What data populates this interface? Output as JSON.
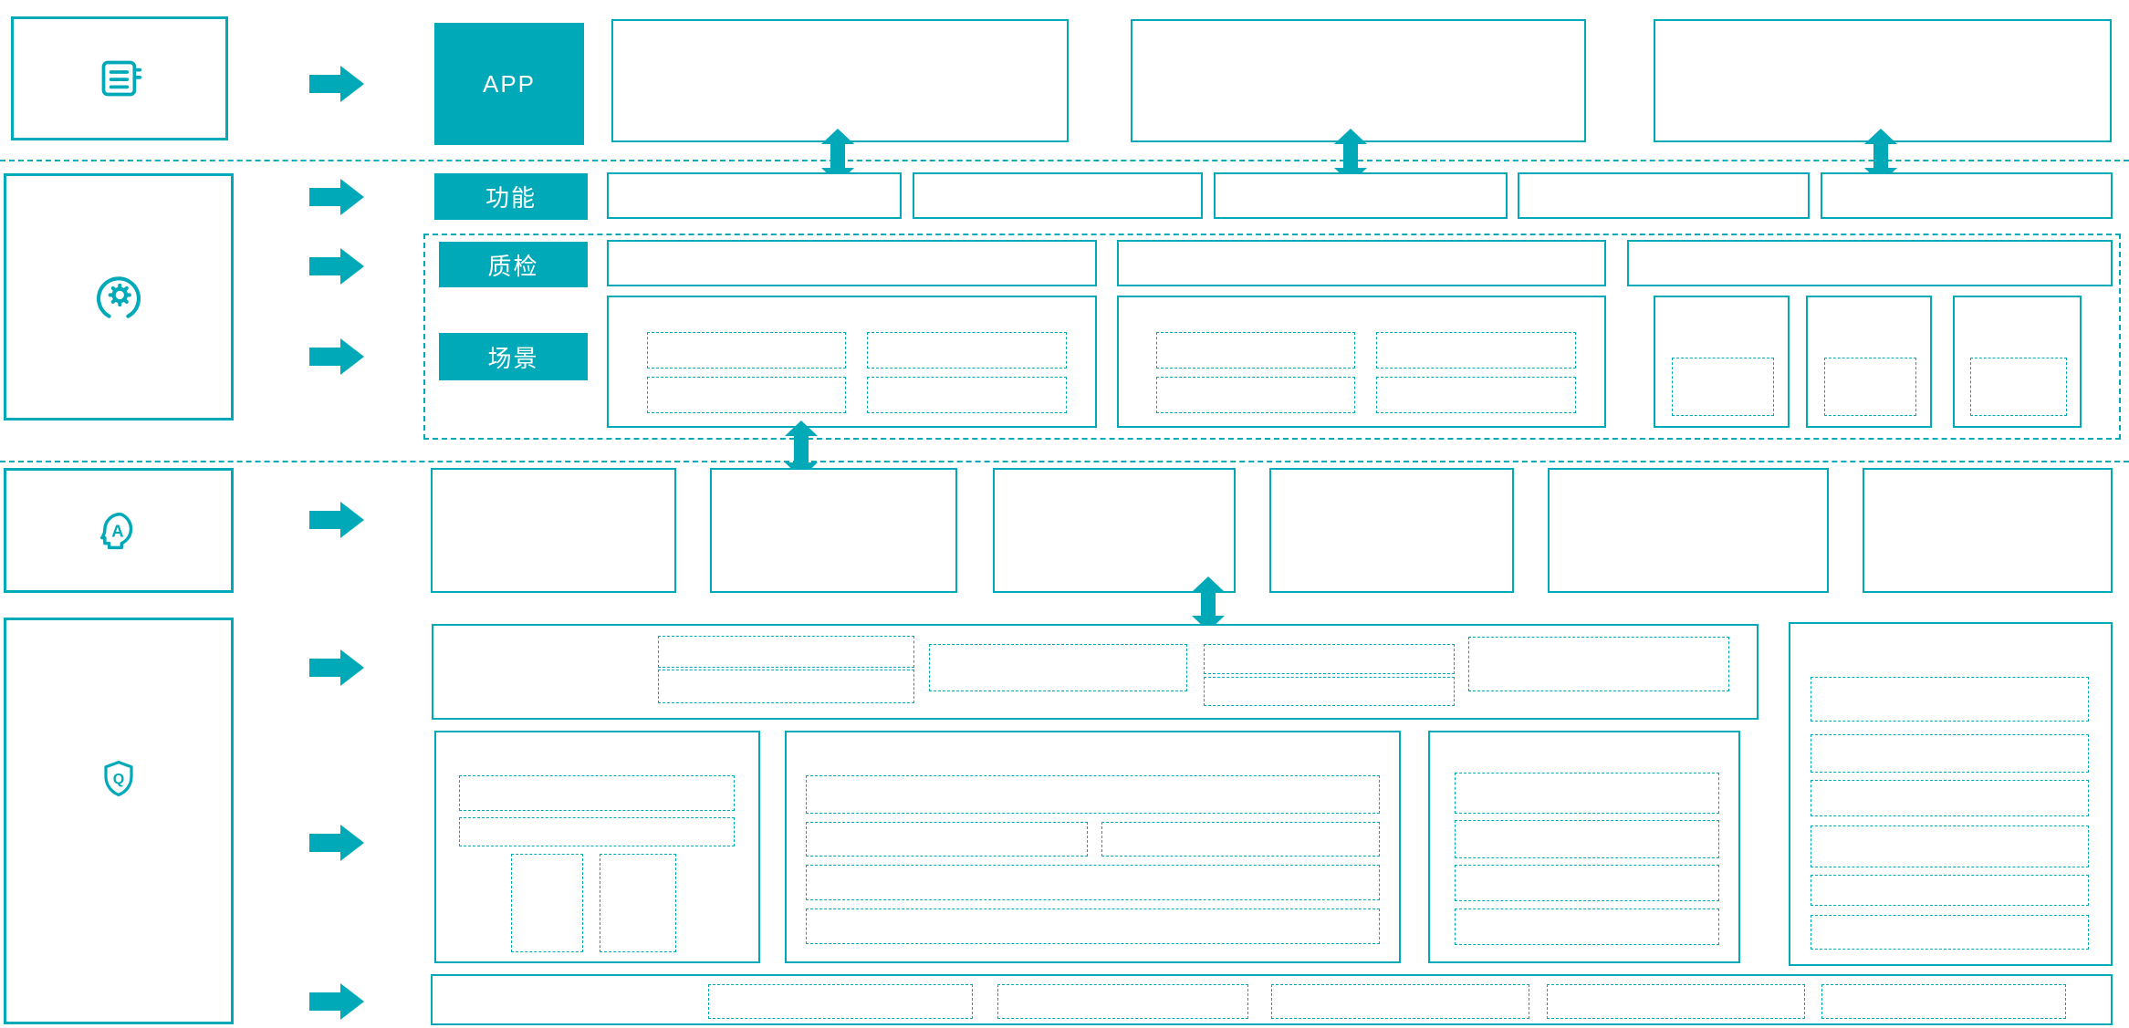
{
  "diagram": {
    "accent_color": "#00a9b8",
    "labels": {
      "app": "APP",
      "function": "功能",
      "quality": "质检",
      "scenario": "场景"
    },
    "icons": {
      "left_panel_1": "server-icon",
      "left_panel_2": "user-gear-icon",
      "left_panel_3": "ai-head-icon",
      "left_panel_4": "shield-q-icon",
      "ai_letter": "A",
      "q_letter": "Q"
    }
  }
}
